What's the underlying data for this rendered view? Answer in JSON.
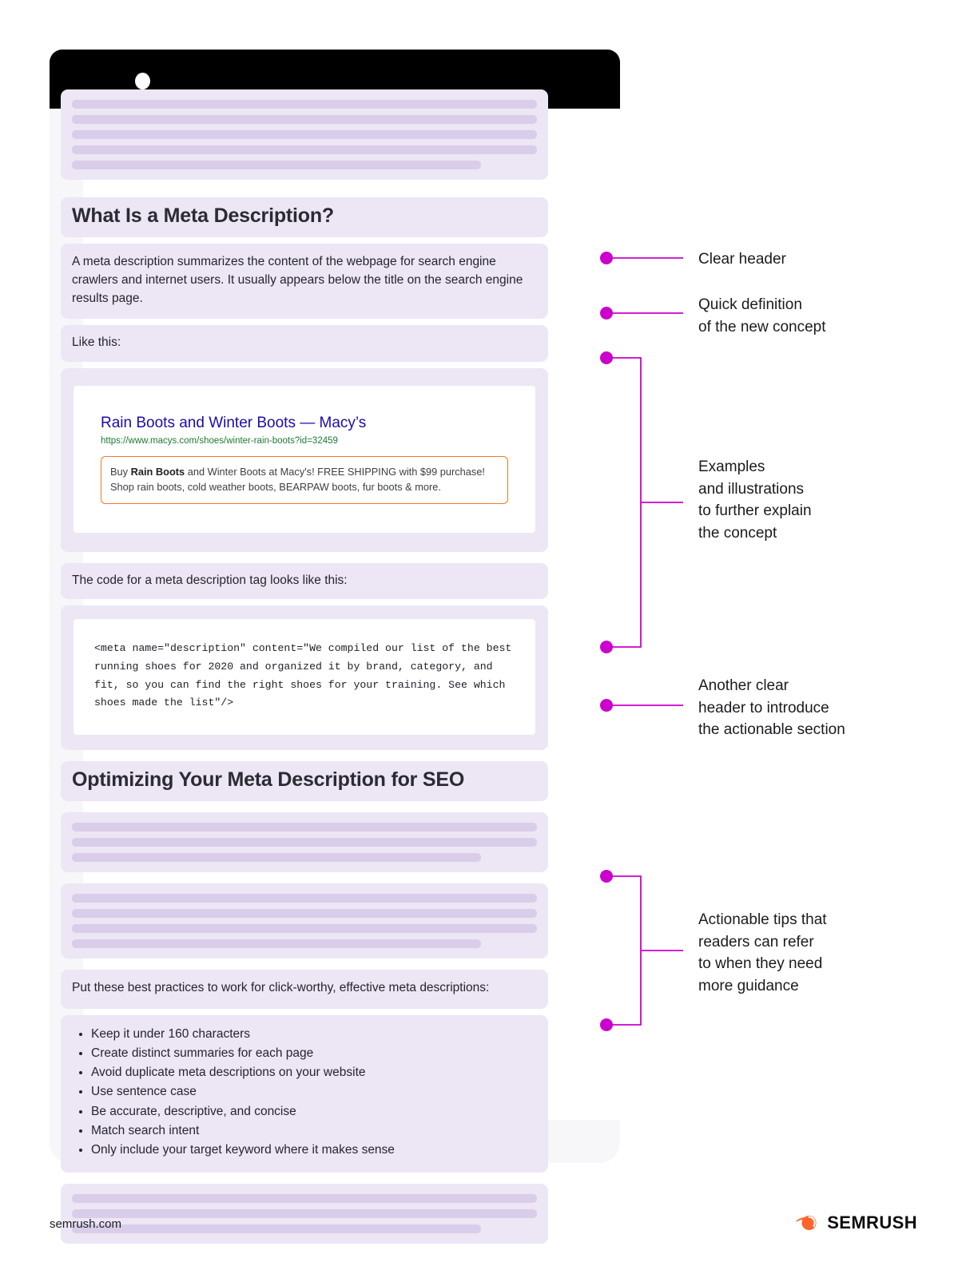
{
  "phone": {
    "camera_icon": "camera-dot-icon"
  },
  "article": {
    "intro_skeleton_lines": 5,
    "heading_1": "What Is a Meta Description?",
    "definition": "A meta description summarizes the content of the webpage for search engine crawlers and internet users. It usually appears below the title on the search engine results page.",
    "like_this_label": "Like this:",
    "serp_example": {
      "title": "Rain Boots and Winter Boots — Macy’s",
      "url": "https://www.macys.com/shoes/winter-rain-boots?id=32459",
      "description_prefix": "Buy ",
      "description_bold": "Rain Boots",
      "description_rest": " and Winter Boots at Macy's! FREE SHIPPING with $99 purchase! Shop  rain boots, cold weather boots, BEARPAW boots, fur boots & more."
    },
    "code_intro_label": "The code for a meta description tag looks like this:",
    "code_snippet": "<meta name=\"description\" content=\"We compiled our list of the best running shoes for 2020 and organized it by brand, category, and fit, so you can find the right shoes for your training. See which shoes made the list\"/>",
    "heading_2": "Optimizing Your Meta Description for SEO",
    "best_practices_intro": "Put these best practices to work for click-worthy, effective meta descriptions:",
    "best_practices": [
      "Keep it under 160 characters",
      "Create distinct summaries for each page",
      "Avoid duplicate meta descriptions on your website",
      "Use sentence case",
      "Be accurate, descriptive, and concise",
      "Match search intent",
      "Only include your target keyword where it makes sense"
    ]
  },
  "annotations": [
    {
      "id": "clear-header",
      "text": "Clear header"
    },
    {
      "id": "quick-definition",
      "text": "Quick definition\nof the new concept"
    },
    {
      "id": "examples",
      "text": "Examples\nand illustrations\nto further explain\nthe concept"
    },
    {
      "id": "another-header",
      "text": "Another clear\nheader to introduce\nthe actionable section"
    },
    {
      "id": "actionable-tips",
      "text": "Actionable tips that\nreaders can refer\nto when they need\nmore guidance"
    }
  ],
  "footer": {
    "url": "semrush.com",
    "brand": "SEMRUSH",
    "logo_icon": "semrush-flame-icon"
  },
  "colors": {
    "annotation_accent": "#cc00cc",
    "block_background": "#ece6f5",
    "skeleton_bar": "#d9cde9",
    "serp_title": "#1a0dab",
    "serp_url": "#1f7a33",
    "serp_border": "#f0792b",
    "brand_orange": "#ff642d",
    "phone_bezel": "#000000"
  }
}
